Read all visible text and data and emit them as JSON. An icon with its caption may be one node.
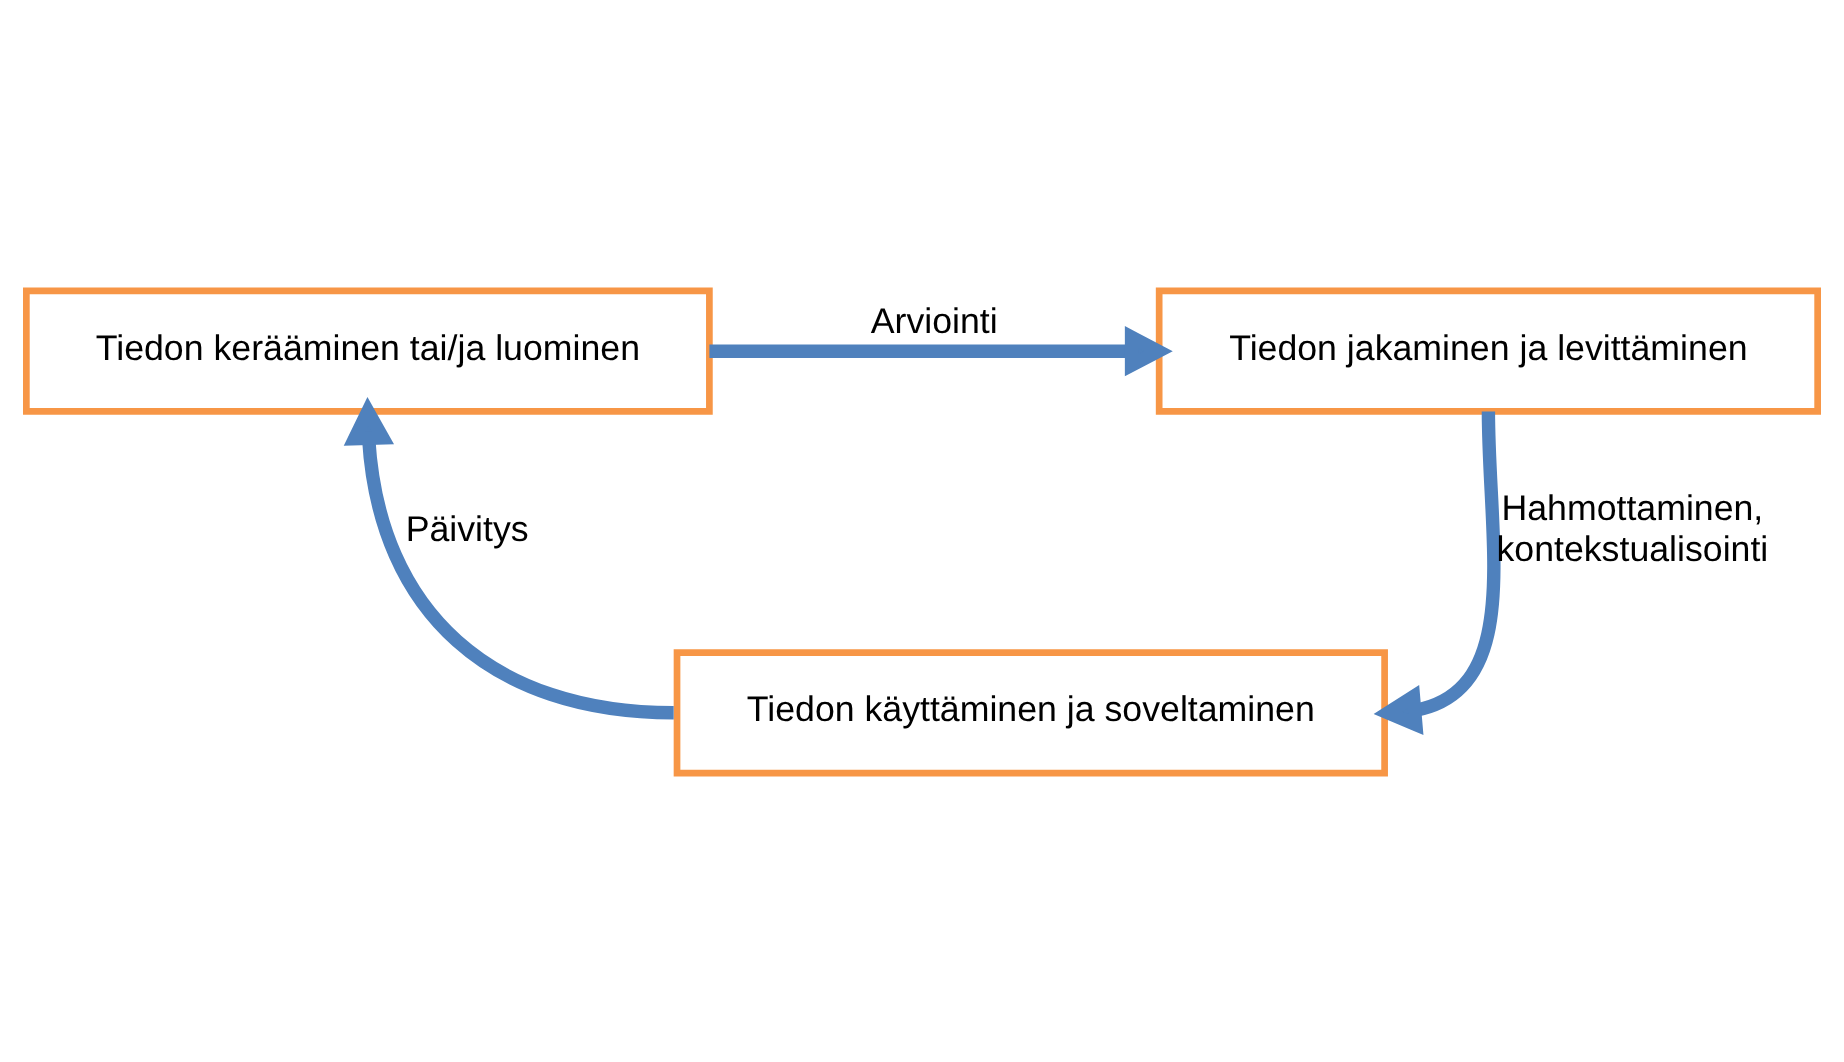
{
  "diagram": {
    "nodes": [
      {
        "text": [
          "Tiedon kerääminen tai/ja luominen"
        ]
      },
      {
        "text": [
          "Tiedon jakaminen ja levittäminen"
        ]
      },
      {
        "text": [
          "Tiedon käyttäminen ja soveltaminen"
        ]
      }
    ],
    "edges": [
      {
        "from": 0,
        "to": 1,
        "arrow": "to",
        "label": "Arviointi"
      },
      {
        "from": 1,
        "to": 2,
        "arrow": "to",
        "label": "Hahmottaminen, kontekstualisointi"
      },
      {
        "from": 2,
        "to": 0,
        "arrow": "to",
        "label": "Päivitys"
      }
    ]
  }
}
